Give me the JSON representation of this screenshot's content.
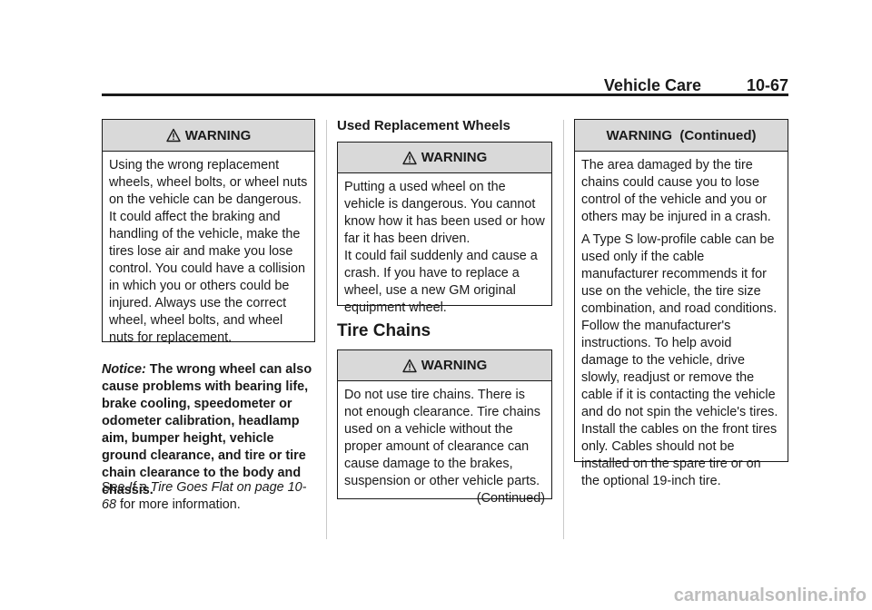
{
  "header": {
    "section": "Vehicle Care",
    "page_number": "10-67"
  },
  "col1": {
    "warning": {
      "title": "WARNING",
      "body": "Using the wrong replacement wheels, wheel bolts, or wheel nuts on the vehicle can be dangerous. It could affect the braking and handling of the vehicle, make the tires lose air and make you lose control. You could have a collision in which you or others could be injured. Always use the correct wheel, wheel bolts, and wheel nuts for replacement."
    },
    "notice_label": "Notice:",
    "notice_text": "The wrong wheel can also cause problems with bearing life, brake cooling, speedometer or odometer calibration, headlamp aim, bumper height, vehicle ground clearance, and tire or tire chain clearance to the body and chassis.",
    "see_prefix": "See",
    "see_link": "If a Tire Goes Flat on page 10-68",
    "see_suffix": "for more information."
  },
  "col2": {
    "subhead": "Used Replacement Wheels",
    "warning1": {
      "title": "WARNING",
      "p1": "Putting a used wheel on the vehicle is dangerous. You cannot know how it has been used or how far it has been driven.",
      "p2": "It could fail suddenly and cause a crash. If you have to replace a wheel, use a new GM original equipment wheel."
    },
    "section_title": "Tire Chains",
    "warning2": {
      "title": "WARNING",
      "body": "Do not use tire chains. There is not enough clearance. Tire chains used on a vehicle without the proper amount of clearance can cause damage to the brakes, suspension or other vehicle parts.",
      "continued": "(Continued)"
    }
  },
  "col3": {
    "warning": {
      "title": "WARNING  (Continued)",
      "p1": "The area damaged by the tire chains could cause you to lose control of the vehicle and you or others may be injured in a crash.",
      "p2": "A Type S low-profile cable can be used only if the cable manufacturer recommends it for use on the vehicle, the tire size combination, and road conditions. Follow the manufacturer's instructions. To help avoid damage to the vehicle, drive slowly, readjust or remove the cable if it is contacting the vehicle and do not spin the vehicle's tires. Install the cables on the front tires only. Cables should not be installed on the spare tire or on the optional 19-inch tire."
    }
  },
  "watermark": "carmanualsonline.info",
  "icons": {
    "warning": "warning-triangle-icon"
  }
}
